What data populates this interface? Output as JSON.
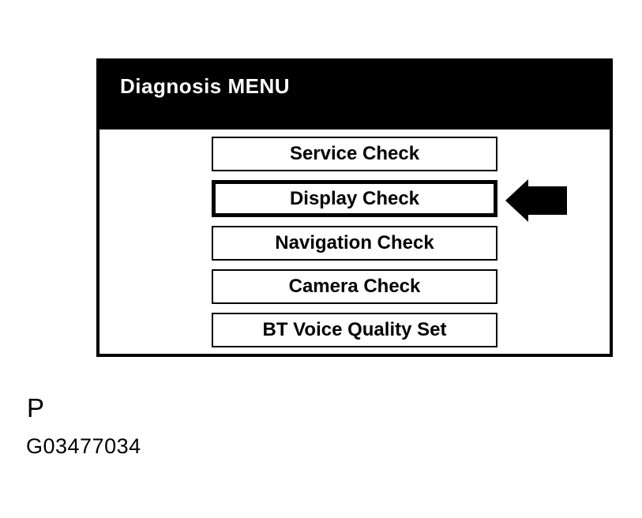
{
  "screen": {
    "title": "Diagnosis MENU",
    "buttons": [
      {
        "label": "Service Check",
        "selected": false
      },
      {
        "label": "Display Check",
        "selected": true
      },
      {
        "label": "Navigation Check",
        "selected": false
      },
      {
        "label": "Camera Check",
        "selected": false
      },
      {
        "label": "BT Voice Quality Set",
        "selected": false
      }
    ]
  },
  "pointer": {
    "icon": "left-arrow-icon",
    "points_to": "Display Check"
  },
  "caption": {
    "letter": "P",
    "figure_id": "G03477034"
  },
  "colors": {
    "page_bg": "#ffffff",
    "header_bg": "#000000",
    "header_text": "#ffffff",
    "button_bg": "#ffffff",
    "button_text": "#000000",
    "border": "#000000",
    "arrow": "#000000"
  }
}
